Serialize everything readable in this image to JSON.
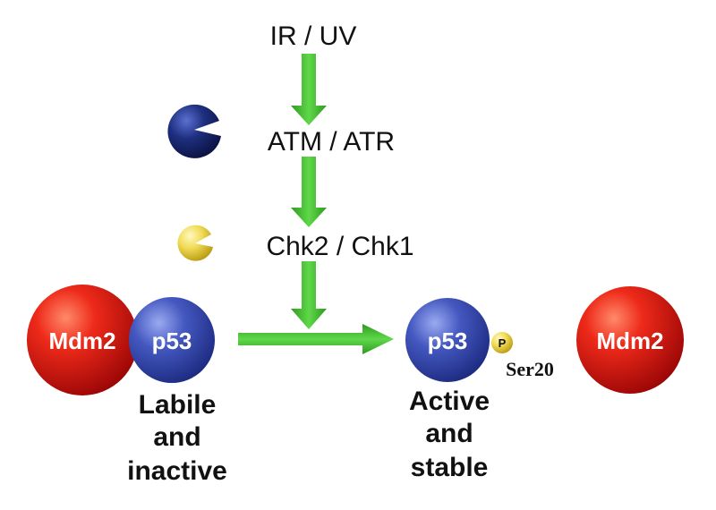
{
  "colors": {
    "arrow": "#3cb52c",
    "mdm2": "#e21a1a",
    "p53": "#3a4eb0",
    "atm": "#1e2f80",
    "chk": "#f2dc58",
    "phospho": "#f0e04a"
  },
  "pathway": {
    "stimulus": "IR / UV",
    "kinase1": "ATM / ATR",
    "kinase2": "Chk2 / Chk1"
  },
  "left_complex": {
    "mdm2_label": "Mdm2",
    "p53_label": "p53",
    "caption": [
      "Labile",
      "and",
      "inactive"
    ]
  },
  "right_complex": {
    "p53_label": "p53",
    "phospho_label": "P",
    "site_label": "Ser20",
    "mdm2_label": "Mdm2",
    "caption": [
      "Active",
      "and",
      "stable"
    ]
  },
  "icons": {
    "atm": "pacman-sphere-icon",
    "chk": "pacman-sphere-icon"
  }
}
